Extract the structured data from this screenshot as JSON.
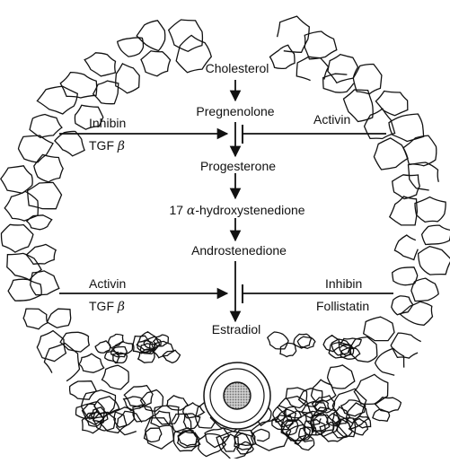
{
  "pathway": {
    "cholesterol": "Cholesterol",
    "pregnenolone": "Pregnenolone",
    "progesterone": "Progesterone",
    "hydroxy_prefix": "17",
    "hydroxy_greek": "α",
    "hydroxy_suffix": "-hydroxystenedione",
    "androstenedione": "Androstenedione",
    "estradiol": "Estradiol"
  },
  "upper_left": {
    "top": "Inhibin",
    "bottom_text": "TGF",
    "bottom_greek": "β"
  },
  "upper_right": {
    "top": "Activin"
  },
  "lower_left": {
    "top": "Activin",
    "bottom_text": "TGF",
    "bottom_greek": "β"
  },
  "lower_right": {
    "top": "Inhibin",
    "bottom": "Follistatin"
  },
  "colors": {
    "ink": "#111111",
    "oocyte_nucleus": "#9a9a9a",
    "background": "#ffffff"
  }
}
